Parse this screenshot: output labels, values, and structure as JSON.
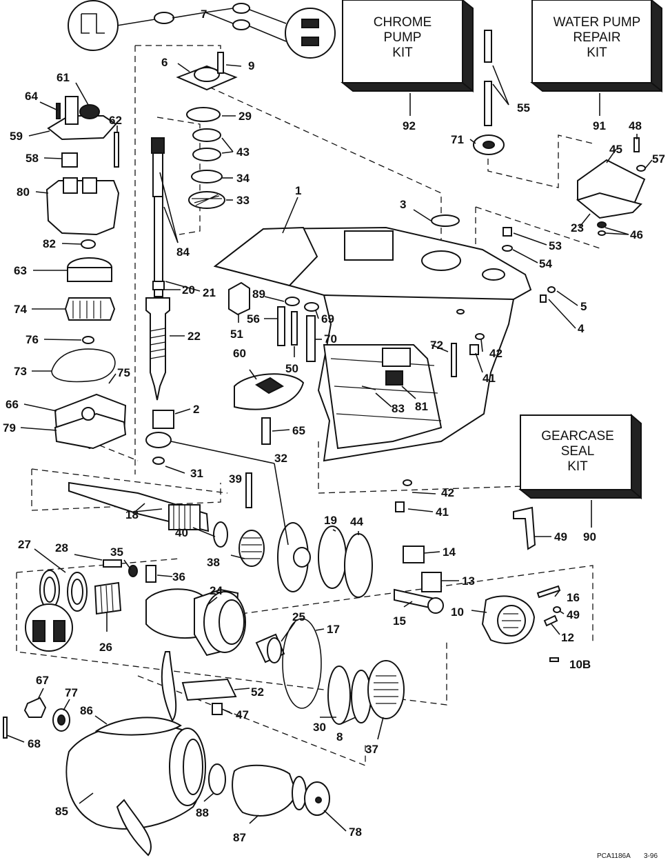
{
  "kits": {
    "chrome": "CHROME\nPUMP\nKIT",
    "water": "WATER PUMP\nREPAIR\nKIT",
    "gearcase": "GEARCASE\nSEAL\nKIT"
  },
  "callouts": [
    "7",
    "6",
    "9",
    "29",
    "43",
    "34",
    "33",
    "84",
    "21",
    "20",
    "22",
    "2",
    "31",
    "32",
    "39",
    "61",
    "64",
    "62",
    "59",
    "58",
    "80",
    "82",
    "63",
    "74",
    "76",
    "73",
    "75",
    "66",
    "79",
    "1",
    "3",
    "92",
    "55",
    "71",
    "91",
    "48",
    "45",
    "57",
    "23",
    "46",
    "53",
    "54",
    "5",
    "4",
    "89",
    "56",
    "69",
    "70",
    "51",
    "50",
    "72",
    "42",
    "41",
    "60",
    "83",
    "81",
    "65",
    "18",
    "40",
    "38",
    "19",
    "44",
    "14",
    "13",
    "15",
    "27",
    "28",
    "35",
    "36",
    "24",
    "25",
    "17",
    "26",
    "52",
    "47",
    "67",
    "77",
    "86",
    "68",
    "85",
    "88",
    "87",
    "78",
    "30",
    "8",
    "37",
    "16",
    "49",
    "10",
    "12",
    "10B",
    "90"
  ],
  "footer": {
    "code": "PCA1186A",
    "date": "3-96"
  }
}
